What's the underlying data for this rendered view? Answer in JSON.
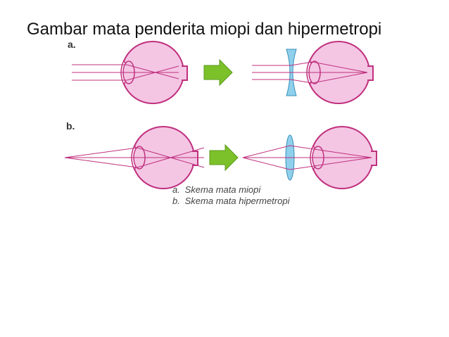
{
  "title": "Gambar mata penderita miopi dan hipermetropi",
  "rows": [
    {
      "label": "a."
    },
    {
      "label": "b."
    }
  ],
  "legend": [
    {
      "letter": "a.",
      "text": "Skema mata miopi"
    },
    {
      "letter": "b.",
      "text": "Skema mata hipermetropi"
    }
  ],
  "colors": {
    "eye_fill": "#f4c6e4",
    "eye_stroke": "#c0307e",
    "ray": "#c0307e",
    "arrow": "#7cc12a",
    "concave_lens": "#8fd0ec",
    "convex_lens": "#8fd0ec"
  },
  "icons": [
    "eye-icon",
    "right-arrow-icon",
    "concave-lens-icon",
    "convex-lens-icon"
  ]
}
